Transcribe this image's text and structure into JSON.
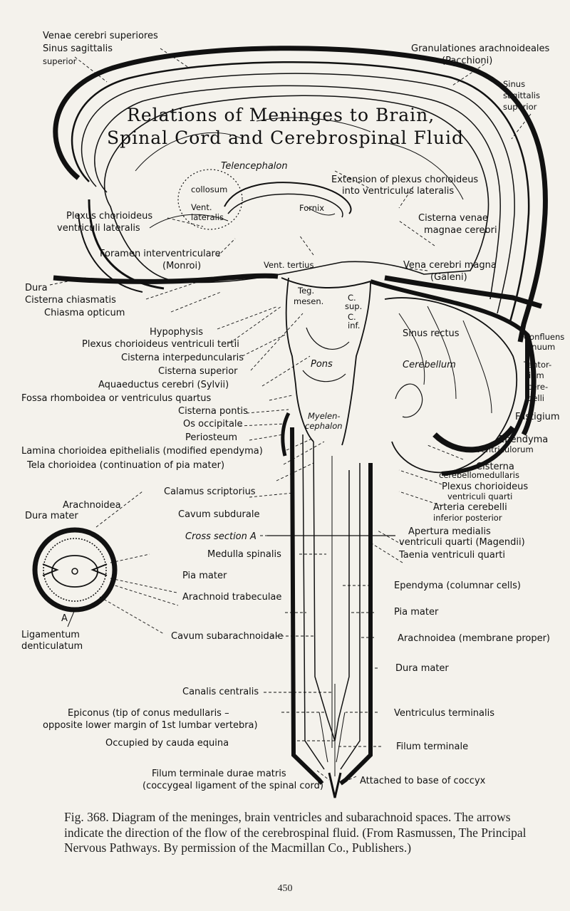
{
  "title": {
    "line1": "Relations of Meninges to Brain,",
    "line2": "Spinal Cord and Cerebrospinal Fluid"
  },
  "labels": {
    "venae_cerebri": "Venae cerebri superiores",
    "sinus_sag_l1": "Sinus sagittalis",
    "sinus_sag_l2": "superior",
    "granulationes_1": "Granulationes arachnoideales",
    "granulationes_2": "(Pacchioni)",
    "sinus_sag_r1": "Sinus",
    "sinus_sag_r2": "sagittalis",
    "sinus_sag_r3": "superior",
    "telencephalon": "Telencephalon",
    "extension_1": "Extension of plexus chorioideus",
    "extension_2": "into ventriculus lateralis",
    "collosum": "collosum",
    "vent_lateralis_1": "Vent.",
    "vent_lateralis_2": "lateralis",
    "fornix": "Fornix",
    "plexus_lat_1": "Plexus chorioideus",
    "plexus_lat_2": "ventriculi lateralis",
    "cisterna_venae_1": "Cisterna venae",
    "cisterna_venae_2": "magnae cerebri",
    "foramen_1": "Foramen interventriculare",
    "foramen_2": "(Monroi)",
    "vent_tertius": "Vent. tertius",
    "vena_magna_1": "Vena cerebri magna",
    "vena_magna_2": "(Galeni)",
    "dura": "Dura",
    "cisterna_chiasmatis": "Cisterna chiasmatis",
    "chiasma": "Chiasma opticum",
    "teg_1": "Teg.",
    "teg_2": "mesen.",
    "c_sup_1": "C.",
    "c_sup_2": "sup.",
    "c_inf_1": "C.",
    "c_inf_2": "inf.",
    "hypophysis": "Hypophysis",
    "sinus_rectus": "Sinus rectus",
    "plexus_tertii": "Plexus chorioideus ventriculi tertii",
    "confluens_1": "Confluens",
    "confluens_2": "sinuum",
    "cist_interped": "Cisterna interpeduncularis",
    "tentor_1": "Tentor-",
    "tentor_2": "ium",
    "tentor_3": "cere-",
    "tentor_4": "belli",
    "cist_superior": "Cisterna superior",
    "pons": "Pons",
    "cerebellum": "Cerebellum",
    "aquaeductus": "Aquaeductus cerebri (Sylvii)",
    "fossa": "Fossa rhomboidea or ventriculus quartus",
    "cist_pontis": "Cisterna pontis",
    "os_occipitale": "Os occipitale",
    "fastigium": "Fastigium",
    "myelencephalon_1": "Myelen-",
    "myelencephalon_2": "cephalon",
    "periosteum": "Periosteum",
    "ependyma_vent_1": "Ependyma",
    "ependyma_vent_2": "ventriculorum",
    "lamina": "Lamina chorioidea epithelialis (modified ependyma)",
    "cist_cerebello_1": "Cisterna",
    "cist_cerebello_2": "cerebellomedullaris",
    "tela": "Tela chorioidea (continuation of pia mater)",
    "plexus_quarti_1": "Plexus chorioideus",
    "plexus_quarti_2": "ventriculi quarti",
    "calamus": "Calamus scriptorius",
    "arachnoidea_left": "Arachnoidea",
    "arteria_1": "Arteria cerebelli",
    "arteria_2": "inferior posterior",
    "dura_mater_left": "Dura mater",
    "cavum_subdurale": "Cavum subdurale",
    "apertura_1": "Apertura medialis",
    "apertura_2": "ventriculi quarti (Magendii)",
    "cross_section": "Cross section A",
    "taenia": "Taenia ventriculi quarti",
    "medulla": "Medulla spinalis",
    "pia_mater_left": "Pia mater",
    "ependyma_col": "Ependyma (columnar cells)",
    "arachnoid_trab": "Arachnoid trabeculae",
    "pia_mater_right": "Pia mater",
    "section_a": "A",
    "lig_dent_1": "Ligamentum",
    "lig_dent_2": "denticulatum",
    "cavum_subarach": "Cavum subarachnoidale",
    "arachnoidea_right": "Arachnoidea (membrane proper)",
    "dura_mater_right": "Dura mater",
    "canalis": "Canalis centralis",
    "epiconus_1": "Epiconus (tip of conus medullaris –",
    "epiconus_2": "opposite lower margin of 1st lumbar vertebra)",
    "ventriculus_term": "Ventriculus terminalis",
    "cauda": "Occupied by cauda equina",
    "filum_term": "Filum terminale",
    "filum_durae_1": "Filum terminale durae matris",
    "filum_durae_2": "(coccygeal ligament of the spinal cord)",
    "attached": "Attached to base of coccyx"
  },
  "caption": "Fig. 368. Diagram of the meninges, brain ventricles and subarachnoid spaces. The arrows indicate the direction of the flow of the cerebrospinal fluid. (From Rasmussen, The Principal Nervous Pathways. By permission of the Macmillan Co., Publishers.)",
  "page_number": "450"
}
